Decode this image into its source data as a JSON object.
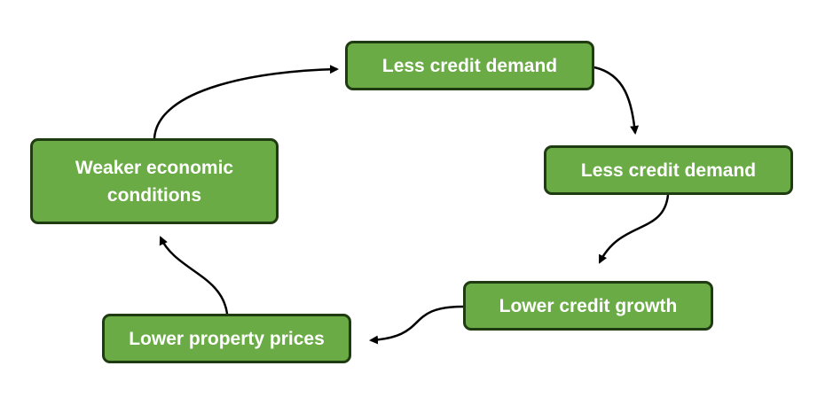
{
  "nodes": {
    "less_credit_demand_top": "Less credit demand",
    "less_credit_demand_right": "Less credit demand",
    "lower_credit_growth": "Lower credit growth",
    "lower_property_prices": "Lower property prices",
    "weaker_economic_conditions": "Weaker economic conditions"
  },
  "colors": {
    "box_fill": "#6aab45",
    "box_border": "#1f3b12",
    "text": "#ffffff",
    "arrow": "#000000"
  }
}
